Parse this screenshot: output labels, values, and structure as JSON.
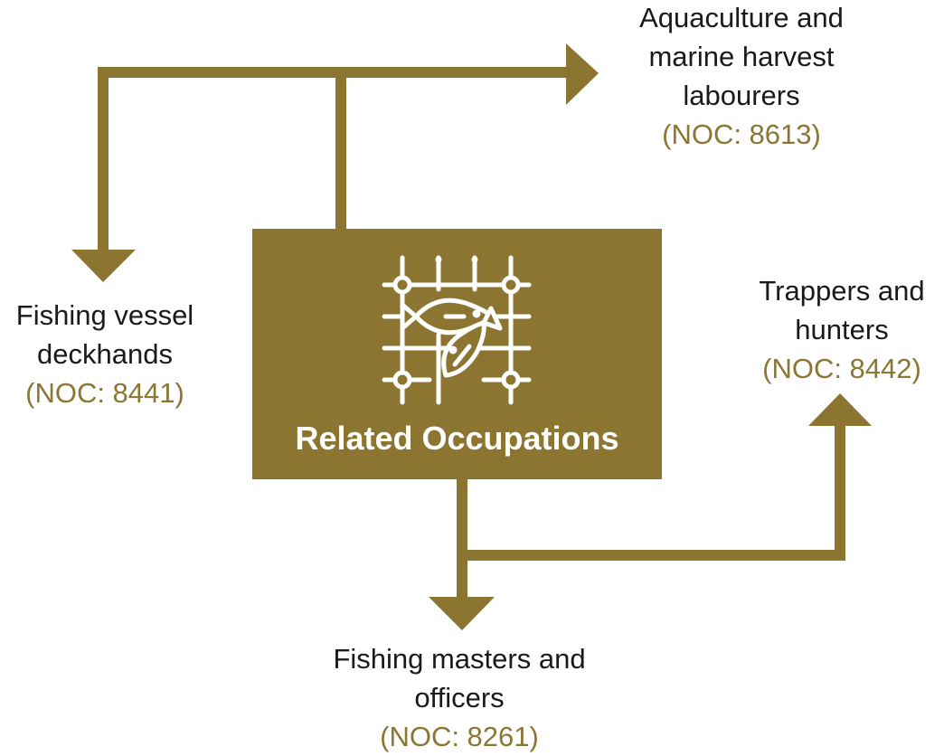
{
  "colors": {
    "brand": "#8b7530",
    "noc_text": "#8b7634",
    "label_text": "#1a1a1a",
    "background": "#ffffff"
  },
  "center": {
    "title": "Related Occupations",
    "icon": "fishing-net-with-fish-icon"
  },
  "occupations": {
    "aquaculture": {
      "name": "Aquaculture and marine harvest labourers",
      "noc": "(NOC: 8613)"
    },
    "deckhands": {
      "name": "Fishing vessel deckhands",
      "noc": "(NOC: 8441)"
    },
    "trappers": {
      "name": "Trappers and hunters",
      "noc": "(NOC: 8442)"
    },
    "masters": {
      "name": "Fishing masters and officers",
      "noc": "(NOC: 8261)"
    }
  }
}
